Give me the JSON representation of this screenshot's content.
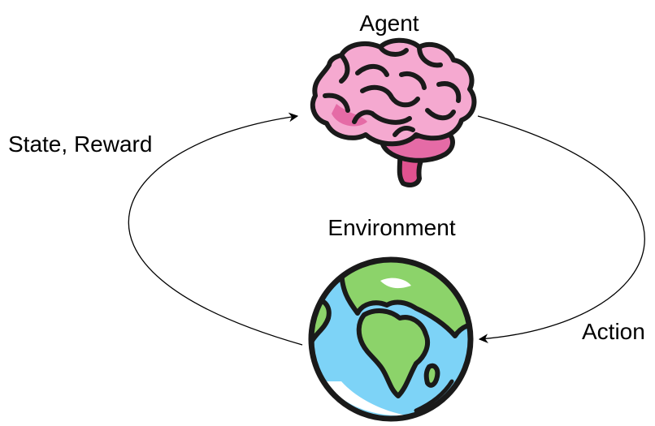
{
  "nodes": {
    "agent": {
      "label": "Agent",
      "icon": "brain-icon"
    },
    "environment": {
      "label": "Environment",
      "icon": "globe-icon"
    }
  },
  "edges": {
    "state_reward": {
      "label": "State, Reward",
      "from": "Environment",
      "to": "Agent"
    },
    "action": {
      "label": "Action",
      "from": "Agent",
      "to": "Environment"
    }
  },
  "colors": {
    "brain_fill": "#F5A9D0",
    "brain_shadow": "#E56BA6",
    "brain_stem": "#E0528F",
    "ocean": "#7DD3F7",
    "land": "#8CD36A",
    "outline": "#1A1A1A",
    "arrow": "#000000"
  }
}
